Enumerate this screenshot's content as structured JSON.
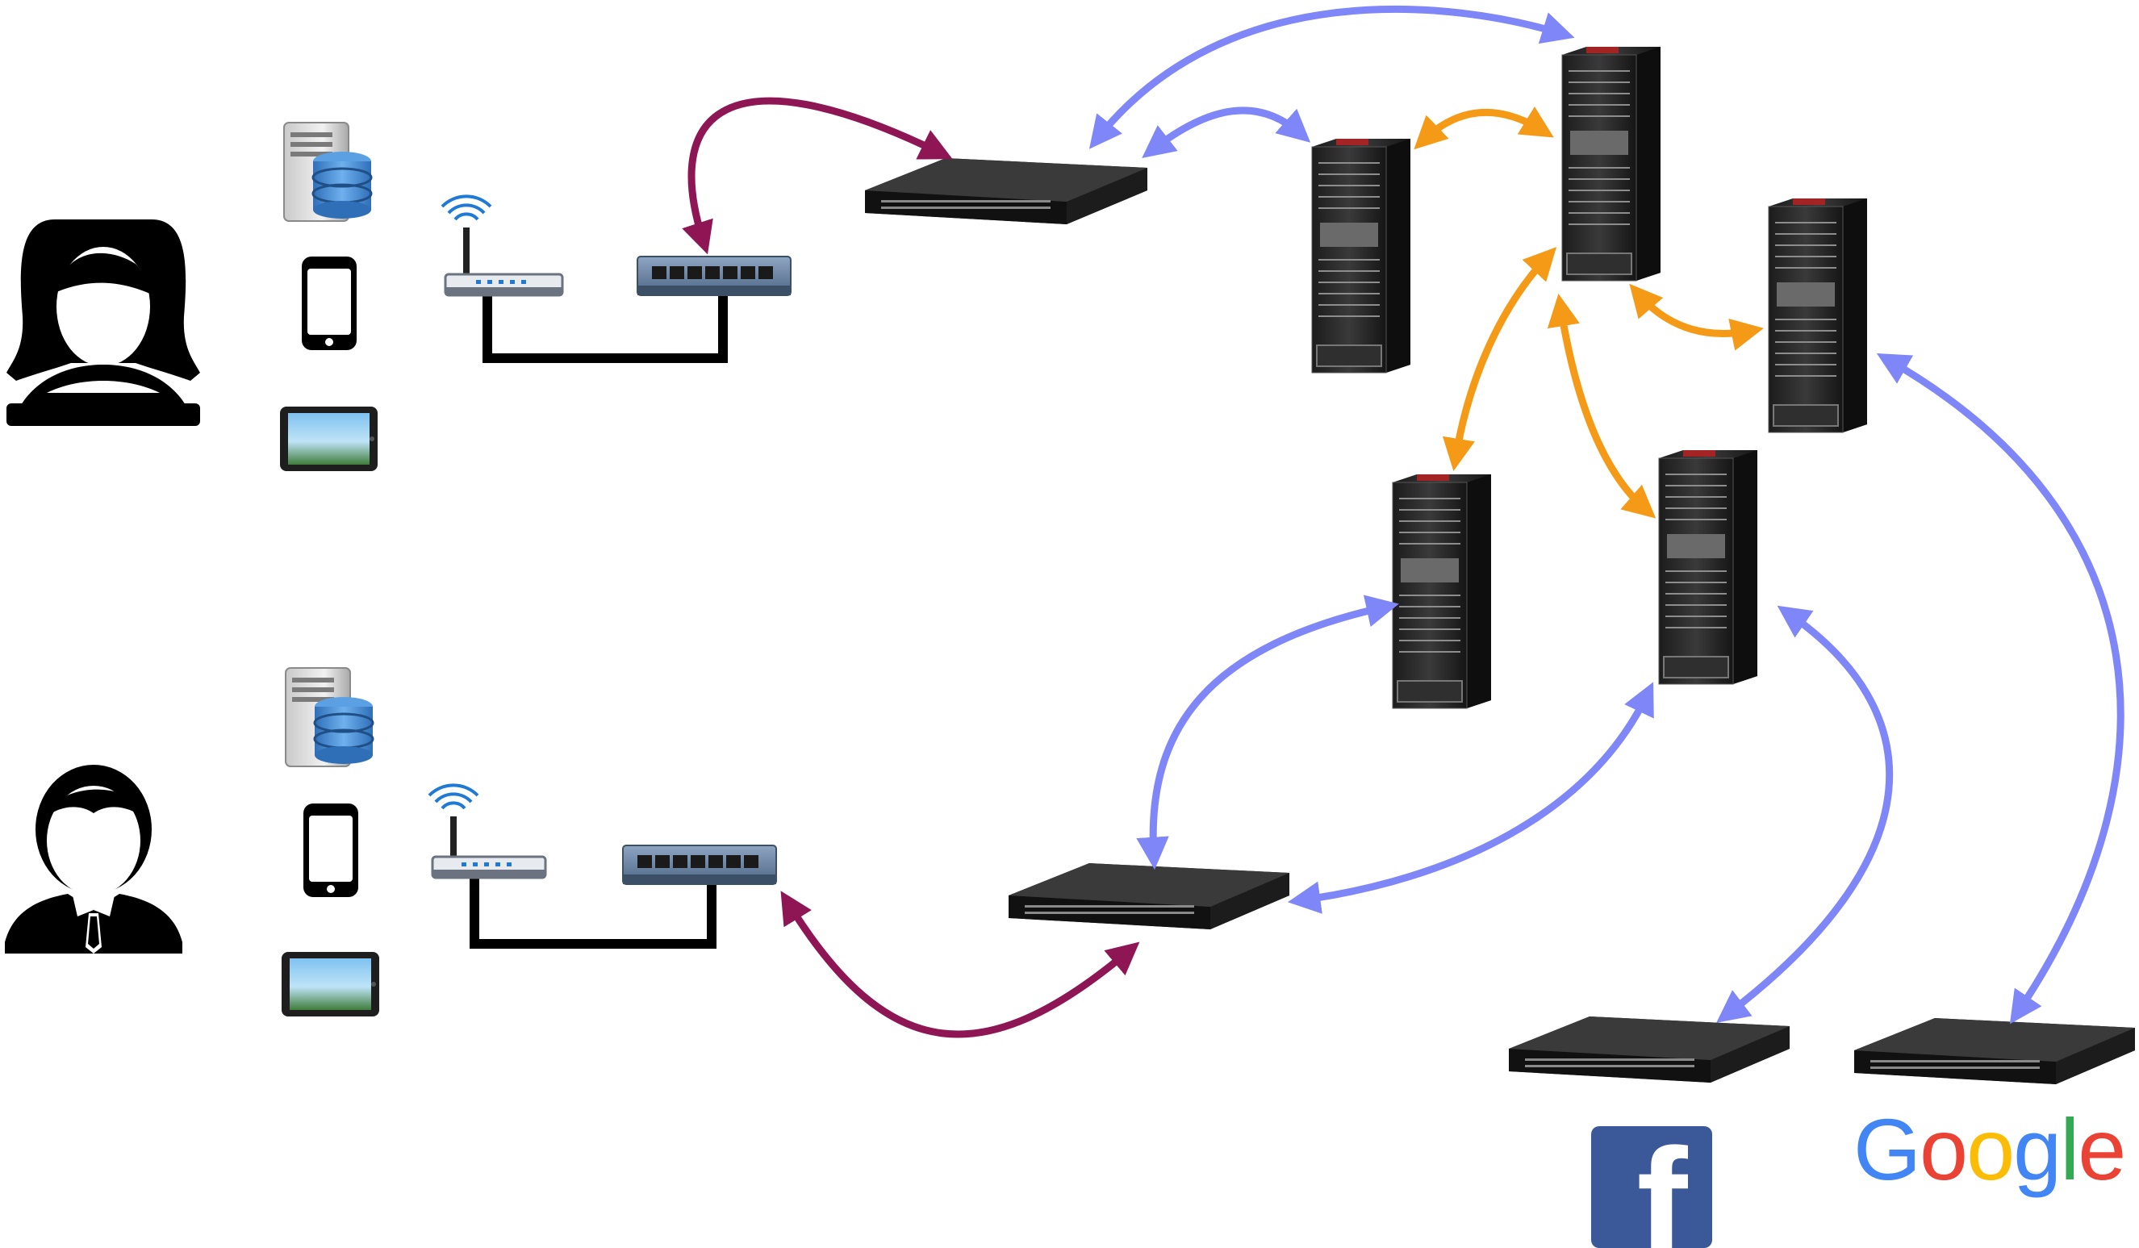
{
  "diagram": {
    "nodes": [
      {
        "id": "user-female",
        "icon": "user-female-icon"
      },
      {
        "id": "user-male",
        "icon": "user-male-icon"
      },
      {
        "id": "server-1",
        "icon": "database-server-icon"
      },
      {
        "id": "phone-1",
        "icon": "smartphone-icon"
      },
      {
        "id": "tablet-1",
        "icon": "tablet-icon"
      },
      {
        "id": "server-2",
        "icon": "database-server-icon"
      },
      {
        "id": "phone-2",
        "icon": "smartphone-icon"
      },
      {
        "id": "tablet-2",
        "icon": "tablet-icon"
      },
      {
        "id": "wifi-router-1",
        "icon": "wifi-router-icon"
      },
      {
        "id": "wifi-router-2",
        "icon": "wifi-router-icon"
      },
      {
        "id": "desktop-switch-1",
        "icon": "network-switch-icon"
      },
      {
        "id": "desktop-switch-2",
        "icon": "network-switch-icon"
      },
      {
        "id": "isp-switch-1",
        "icon": "rack-switch-icon"
      },
      {
        "id": "isp-switch-2",
        "icon": "rack-switch-icon"
      },
      {
        "id": "core-router-1",
        "icon": "core-router-chassis-icon"
      },
      {
        "id": "core-router-2",
        "icon": "core-router-chassis-icon"
      },
      {
        "id": "core-router-3",
        "icon": "core-router-chassis-icon"
      },
      {
        "id": "core-router-4",
        "icon": "core-router-chassis-icon"
      },
      {
        "id": "core-router-5",
        "icon": "core-router-chassis-icon"
      },
      {
        "id": "facebook-switch",
        "icon": "rack-switch-icon"
      },
      {
        "id": "google-switch",
        "icon": "rack-switch-icon"
      },
      {
        "id": "facebook-logo",
        "icon": "facebook-logo-icon"
      },
      {
        "id": "google-logo",
        "icon": "google-logo-icon"
      }
    ],
    "links": [
      {
        "from": "desktop-switch-1",
        "to": "isp-switch-1",
        "kind": "access",
        "color": "#8e1654"
      },
      {
        "from": "desktop-switch-2",
        "to": "isp-switch-2",
        "kind": "access",
        "color": "#8e1654"
      },
      {
        "from": "isp-switch-1",
        "to": "core-router-2",
        "kind": "peer",
        "color": "#7f86f7"
      },
      {
        "from": "isp-switch-1",
        "to": "core-router-1",
        "kind": "peer",
        "color": "#7f86f7"
      },
      {
        "from": "core-router-1",
        "to": "core-router-2",
        "kind": "backbone",
        "color": "#f59a16"
      },
      {
        "from": "core-router-2",
        "to": "core-router-3",
        "kind": "backbone",
        "color": "#f59a16"
      },
      {
        "from": "core-router-2",
        "to": "core-router-4",
        "kind": "backbone",
        "color": "#f59a16"
      },
      {
        "from": "core-router-2",
        "to": "core-router-5",
        "kind": "backbone",
        "color": "#f59a16"
      },
      {
        "from": "isp-switch-2",
        "to": "core-router-4",
        "kind": "peer",
        "color": "#7f86f7"
      },
      {
        "from": "isp-switch-2",
        "to": "core-router-5",
        "kind": "peer",
        "color": "#7f86f7"
      },
      {
        "from": "core-router-5",
        "to": "facebook-switch",
        "kind": "peer",
        "color": "#7f86f7"
      },
      {
        "from": "core-router-3",
        "to": "google-switch",
        "kind": "peer",
        "color": "#7f86f7"
      }
    ],
    "google_logo": {
      "letters": [
        "G",
        "o",
        "o",
        "g",
        "l",
        "e"
      ],
      "colors": [
        "#4285f4",
        "#ea4335",
        "#fbbc05",
        "#4285f4",
        "#34a853",
        "#ea4335"
      ]
    },
    "facebook_logo": {
      "letter": "f",
      "color": "#3b5998"
    },
    "colors": {
      "access_link": "#8e1654",
      "peer_link": "#7f86f7",
      "backbone_link": "#f59a16",
      "cable": "#000000"
    }
  }
}
